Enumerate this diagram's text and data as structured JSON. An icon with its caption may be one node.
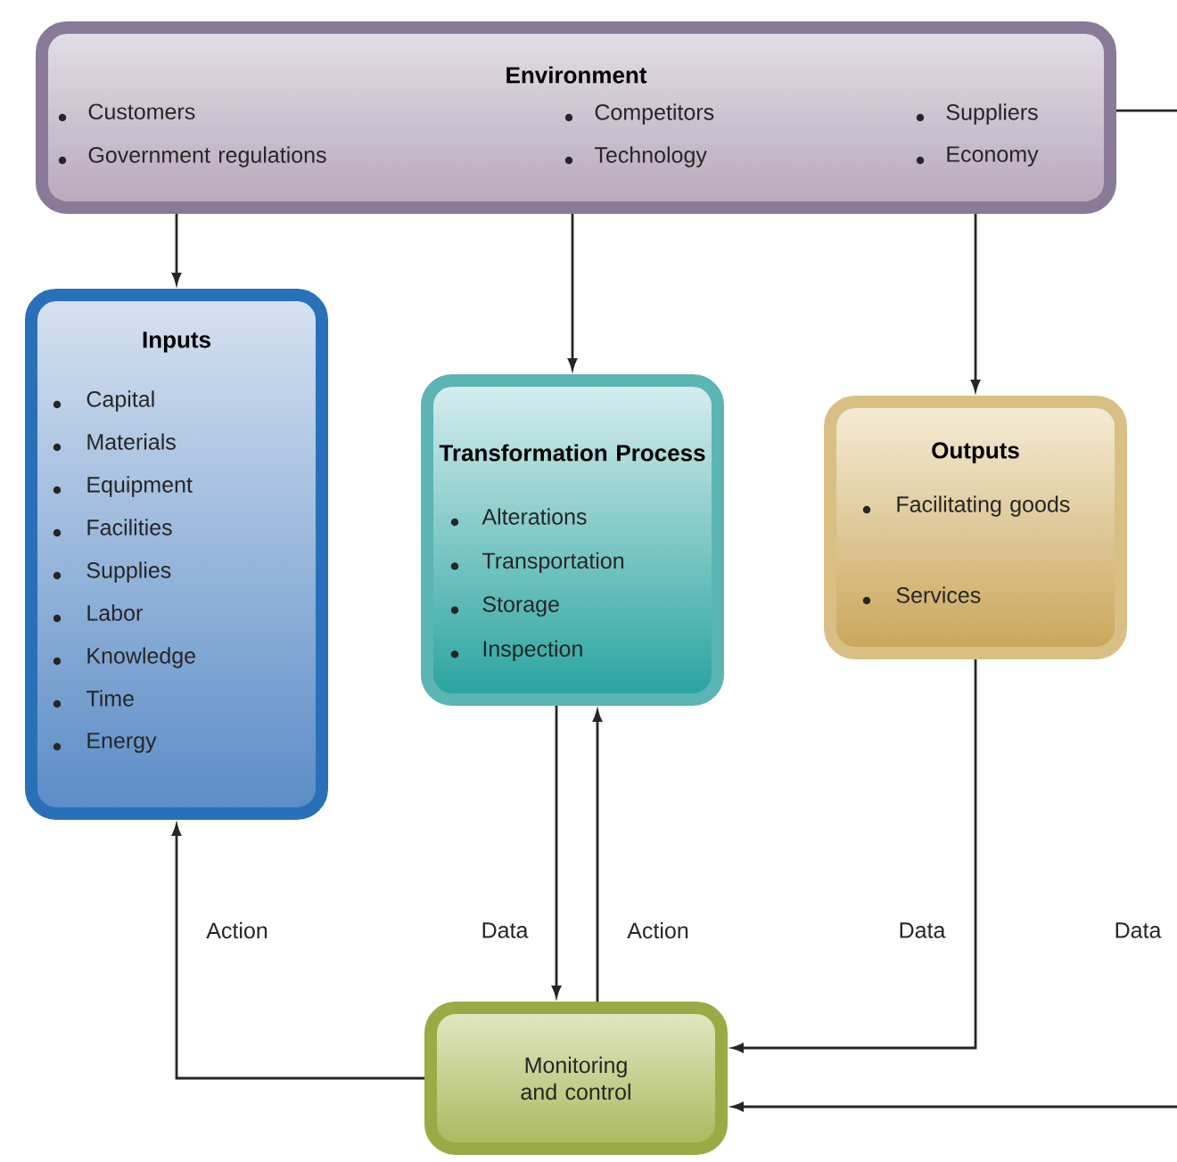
{
  "diagram": {
    "nodes": [
      {
        "text": [
          "Environment",
          "Customers",
          "Government regulations",
          "Competitors",
          "Technology",
          "Suppliers",
          "Economy"
        ]
      },
      {
        "text": [
          "Inputs",
          "Capital",
          "Materials",
          "Equipment",
          "Facilities",
          "Supplies",
          "Labor",
          "Knowledge",
          "Time",
          "Energy"
        ]
      },
      {
        "text": [
          "Transformation Process",
          "Alterations",
          "Transportation",
          "Storage",
          "Inspection"
        ]
      },
      {
        "text": [
          "Outputs",
          "Facilitating goods",
          "Services"
        ]
      },
      {
        "text": [
          "Monitoring and control"
        ]
      }
    ],
    "edges": [
      {
        "from": 0,
        "to": 1,
        "arrow": "to"
      },
      {
        "from": 0,
        "to": 2,
        "arrow": "to"
      },
      {
        "from": 0,
        "to": 3,
        "arrow": "to"
      },
      {
        "from": 2,
        "to": 4,
        "arrow": "to",
        "label": "Data"
      },
      {
        "from": 4,
        "to": 2,
        "arrow": "to",
        "label": "Action"
      },
      {
        "from": 4,
        "to": 1,
        "arrow": "to",
        "label": "Action"
      },
      {
        "from": 3,
        "to": 4,
        "arrow": "to",
        "label": "Data"
      },
      {
        "from": 0,
        "to": 4,
        "arrow": "to",
        "label": "Data"
      }
    ]
  }
}
